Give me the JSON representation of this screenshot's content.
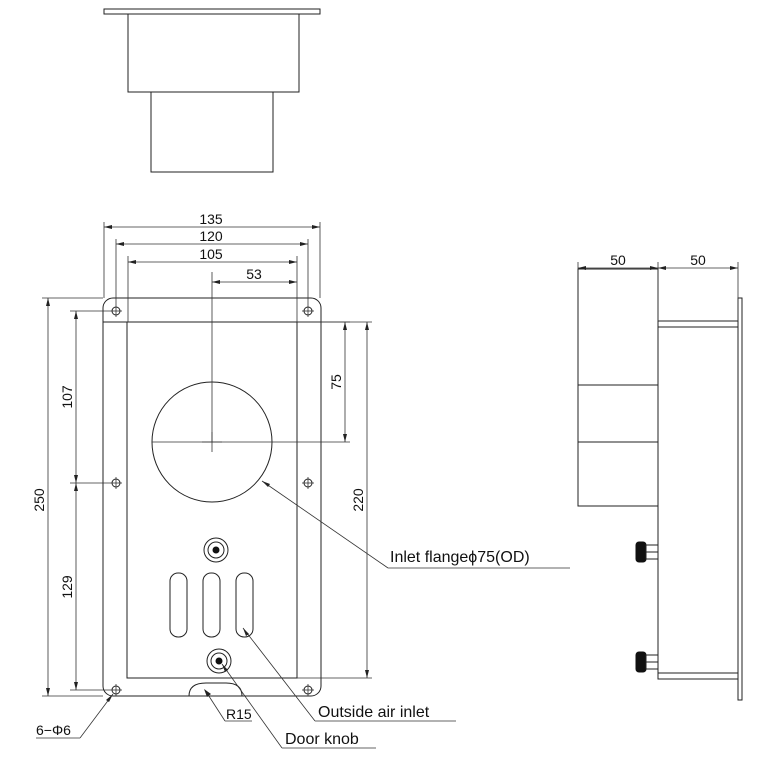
{
  "dimensions": {
    "width_135": "135",
    "width_120": "120",
    "width_105": "105",
    "offset_53": "53",
    "height_250": "250",
    "height_107": "107",
    "height_129": "129",
    "height_75": "75",
    "height_220": "220",
    "side_depth_left": "50",
    "side_depth_right": "50",
    "holes": "6−Φ6",
    "radius": "R15"
  },
  "callouts": {
    "inlet_flange": "Inlet flangeϕ75(OD)",
    "outside_air_inlet": "Outside air inlet",
    "door_knob": "Door knob"
  }
}
